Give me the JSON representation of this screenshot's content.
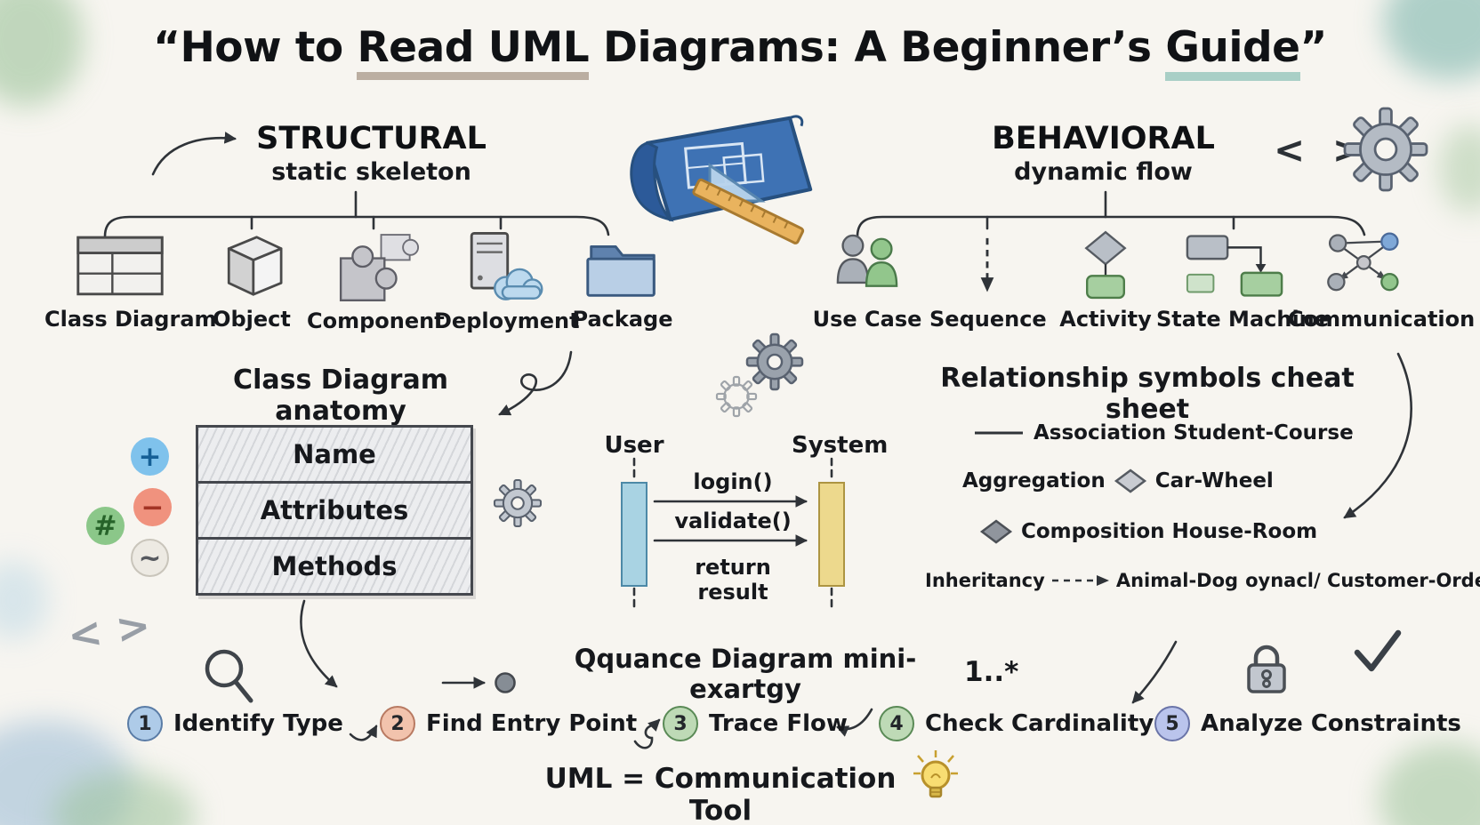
{
  "title_parts": {
    "pre": "“How to ",
    "highlight_1": "Read UML",
    "mid": " Diagrams: A Beginner’s ",
    "highlight_2": "Guide",
    "post": "”"
  },
  "header_icons": {
    "code_brackets": "< >"
  },
  "structural": {
    "heading": "STRUCTURAL",
    "subtitle": "static skeleton",
    "items": [
      {
        "label": "Class Diagram",
        "icon": "class-diagram-icon"
      },
      {
        "label": "Object",
        "icon": "cube-icon"
      },
      {
        "label": "Component",
        "icon": "puzzle-icon"
      },
      {
        "label": "Deployment",
        "icon": "server-cloud-icon"
      },
      {
        "label": "Package",
        "icon": "folder-icon"
      }
    ]
  },
  "behavioral": {
    "heading": "BEHAVIORAL",
    "subtitle": "dynamic flow",
    "items": [
      {
        "label": "Use Case",
        "icon": "actors-icon"
      },
      {
        "label": "Sequence",
        "icon": "dashed-arrow-icon"
      },
      {
        "label": "Activity",
        "icon": "diamond-flow-icon"
      },
      {
        "label": "State Machine",
        "icon": "state-boxes-icon"
      },
      {
        "label": "Communication",
        "icon": "network-nodes-icon"
      }
    ]
  },
  "class_anatomy": {
    "heading": "Class Diagram anatomy",
    "compartments": [
      "Name",
      "Attributes",
      "Methods"
    ],
    "visibility": [
      "+",
      "−",
      "#",
      "~"
    ]
  },
  "sequence_example": {
    "caption": "Qquance Diagram mini-exartgy",
    "lifelines": [
      "User",
      "System"
    ],
    "messages": [
      "login()",
      "validate()",
      "return result"
    ]
  },
  "cheat_sheet": {
    "heading": "Relationship symbols cheat sheet",
    "association": "Association Student-Course",
    "aggregation_label": "Aggregation",
    "aggregation_example": "Car-Wheel",
    "composition": "Composition House-Room",
    "inheritance_label": "Inheritancy",
    "inheritance_example": "Animal-Dog",
    "inheritance_extra": "oynacl/ Customer-Order"
  },
  "steps": [
    {
      "num": "1",
      "label": "Identify Type"
    },
    {
      "num": "2",
      "label": "Find Entry Point"
    },
    {
      "num": "3",
      "label": "Trace Flow"
    },
    {
      "num": "4",
      "label": "Check Cardinality"
    },
    {
      "num": "5",
      "label": "Analyze Constraints"
    }
  ],
  "annotations": {
    "cardinality": "1..*",
    "code_brackets_bottom": "< >"
  },
  "footer": "UML = Communication Tool",
  "colors": {
    "blueprint_blue": "#3e72b4",
    "activation_user": "#a9d3e3",
    "activation_system": "#edd98d",
    "step_1": "#aecbe8",
    "step_2": "#f2c3ad",
    "step_3": "#bedab6",
    "step_4": "#bedab6",
    "step_5": "#bac4ec",
    "visibility_plus": "#7fc2ec",
    "visibility_minus": "#f0927e",
    "visibility_hash": "#8bc789",
    "visibility_tilde": "#edeae3"
  }
}
